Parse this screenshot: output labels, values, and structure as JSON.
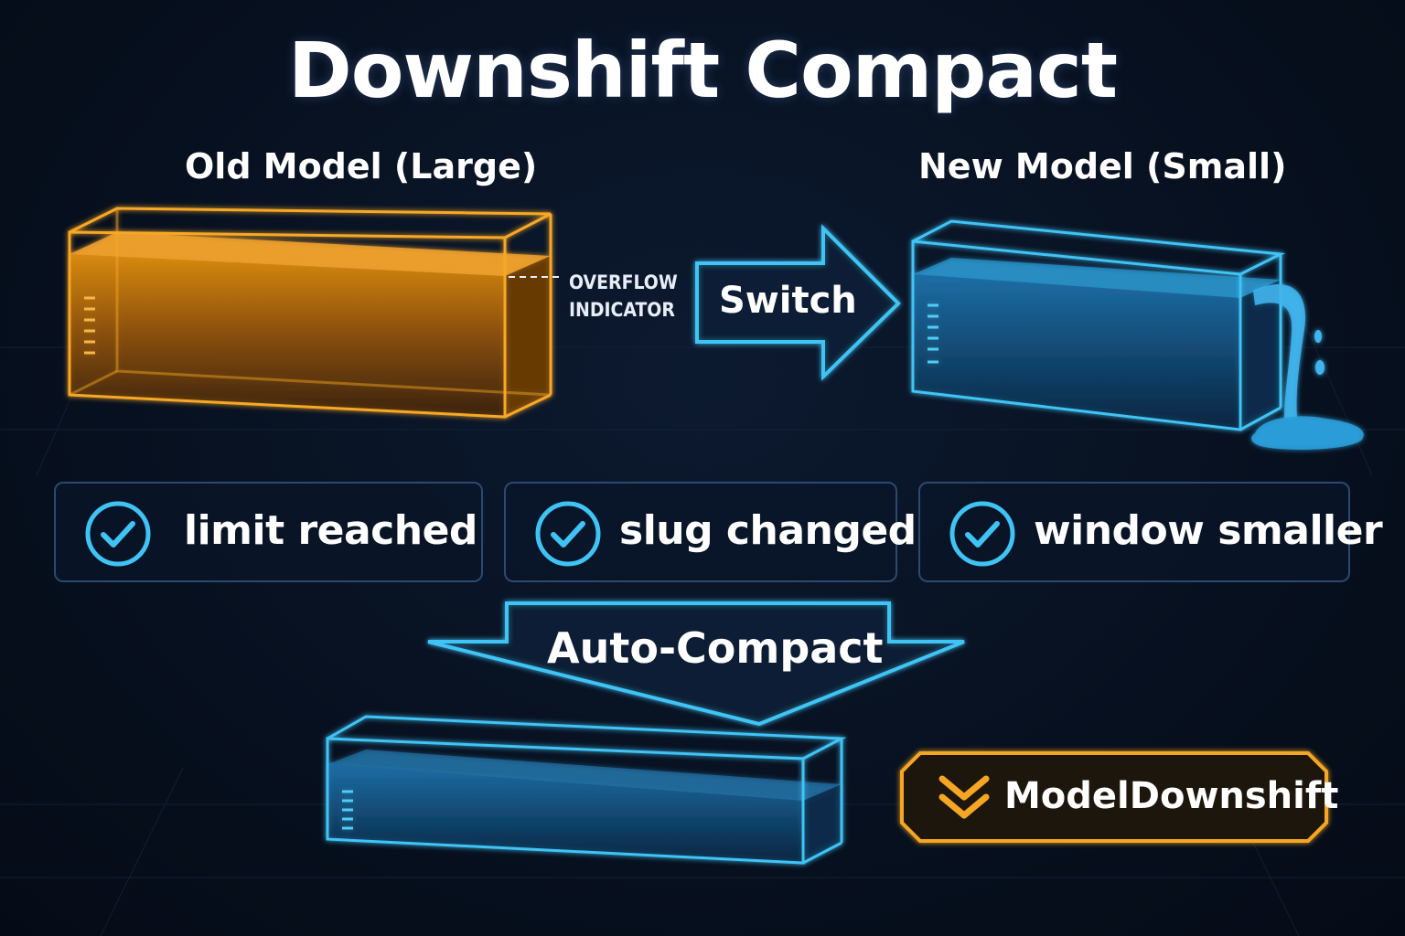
{
  "title": "Downshift Compact",
  "old_model": {
    "label": "Old Model (Large)",
    "indicator_line1": "OVERFLOW",
    "indicator_line2": "INDICATOR"
  },
  "new_model": {
    "label": "New Model (Small)"
  },
  "switch_label": "Switch",
  "checks": [
    {
      "label": "limit reached",
      "icon": "check-circle-icon"
    },
    {
      "label": "slug changed",
      "icon": "check-circle-icon"
    },
    {
      "label": "window smaller",
      "icon": "check-circle-icon"
    }
  ],
  "auto_compact_label": "Auto-Compact",
  "badge": {
    "label": "ModelDownshift",
    "icon": "double-chevron-down-icon"
  },
  "colors": {
    "background": "#07101f",
    "orange_accent": "#f5a623",
    "blue_accent": "#3fc3f5",
    "text": "#ffffff"
  }
}
